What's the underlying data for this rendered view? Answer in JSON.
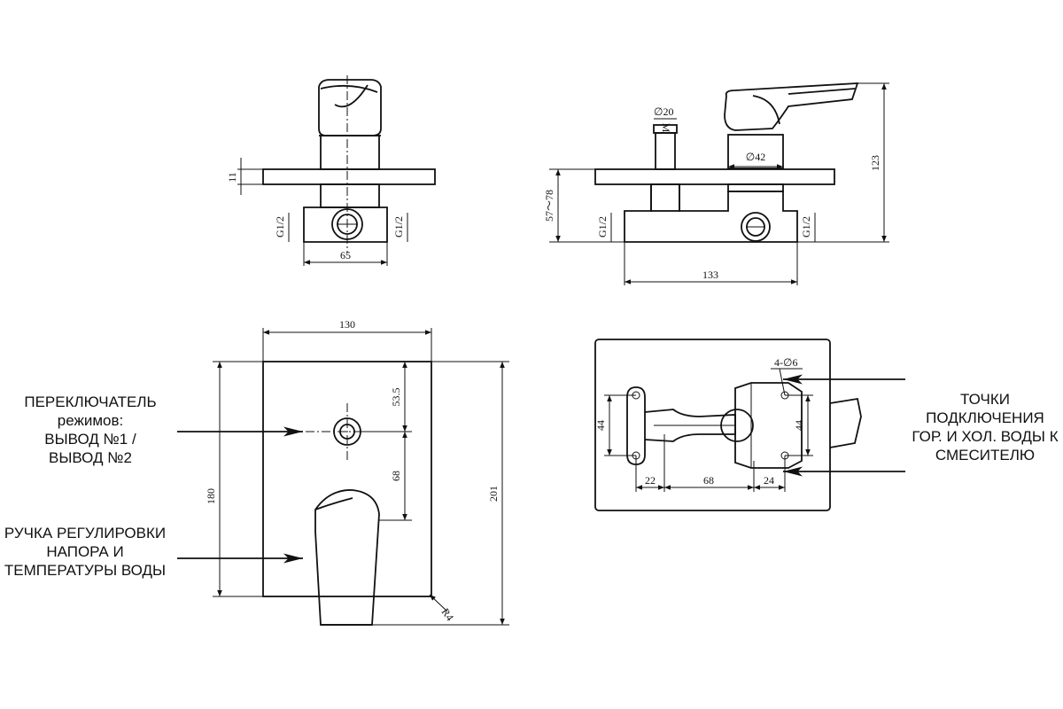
{
  "dims": {
    "d20": "∅20",
    "m": "M",
    "d42": "∅42",
    "d65": "65",
    "d11": "11",
    "g1": "G1/2",
    "g2": "G1/2",
    "g3": "G1/2",
    "g4": "G1/2",
    "d57_78": "57～78",
    "d133": "133",
    "d123": "123",
    "d130": "130",
    "d53_5": "53.5",
    "d68a": "68",
    "d180": "180",
    "d201": "201",
    "r4": "R4",
    "d4d6": "4-∅6",
    "d44a": "44",
    "d44b": "44",
    "d22": "22",
    "d68b": "68",
    "d24": "24"
  },
  "labels": {
    "switch": [
      "ПЕРЕКЛЮЧАТЕЛЬ",
      "режимов:",
      "ВЫВОД №1 /",
      "ВЫВОД №2"
    ],
    "handle": [
      "РУЧКА РЕГУЛИРОВКИ",
      "НАПОРА И",
      "ТЕМПЕРАТУРЫ ВОДЫ"
    ],
    "points": [
      "ТОЧКИ",
      "ПОДКЛЮЧЕНИЯ",
      "ГОР. И ХОЛ. ВОДЫ К",
      "СМЕСИТЕЛЮ"
    ]
  }
}
